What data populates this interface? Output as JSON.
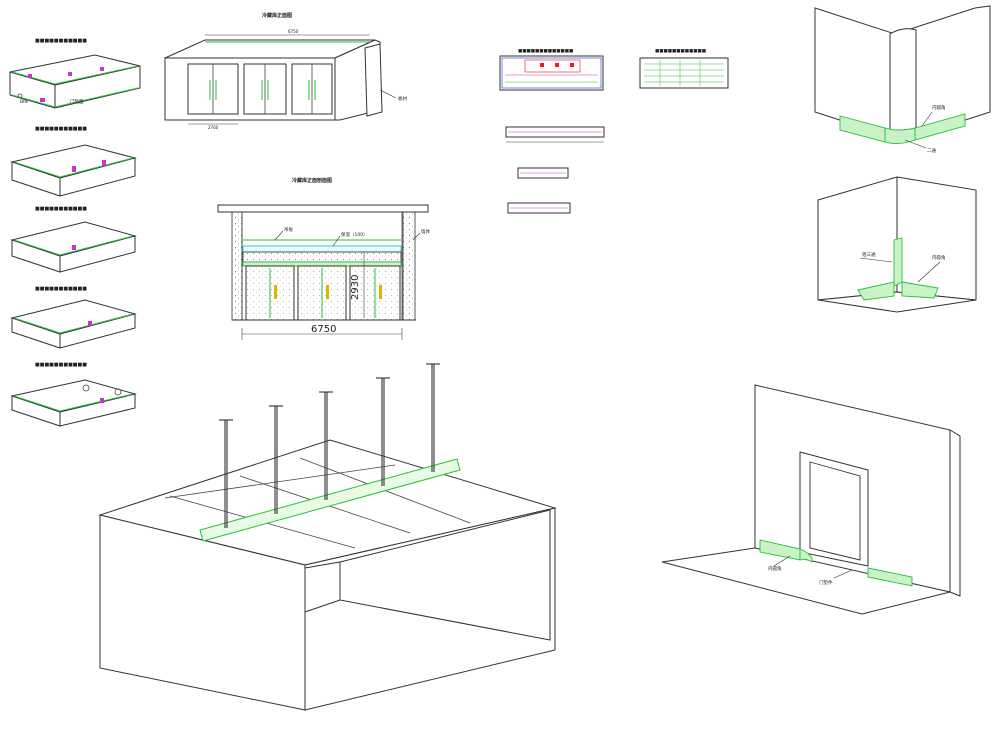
{
  "drawings": {
    "elevation": {
      "title": "冷藏库正面图",
      "dimension_top": "6750",
      "dimension_bottom": "2760",
      "tag": "板材"
    },
    "section": {
      "title": "冷藏库正面剖面图",
      "width": "6750",
      "height": "2930",
      "tag_ceiling": "吊板",
      "tag_insulation": "保温（100）",
      "tag_wall": "墙体"
    },
    "side_details": {
      "detail_a_inner": "内圆角",
      "detail_a_outer": "二通",
      "detail_b_left": "铝三通",
      "detail_b_right": "内圆角",
      "detail_c_inner": "内圆角",
      "detail_c_door": "门垫件"
    },
    "isometrics": {
      "legend_left": "BIN",
      "legend_right": "门垫面"
    }
  },
  "colors": {
    "line": "#333333",
    "green": "#2bbf3a",
    "cyan": "#2ec4e0",
    "magenta": "#cc33cc",
    "red": "#e02020"
  }
}
